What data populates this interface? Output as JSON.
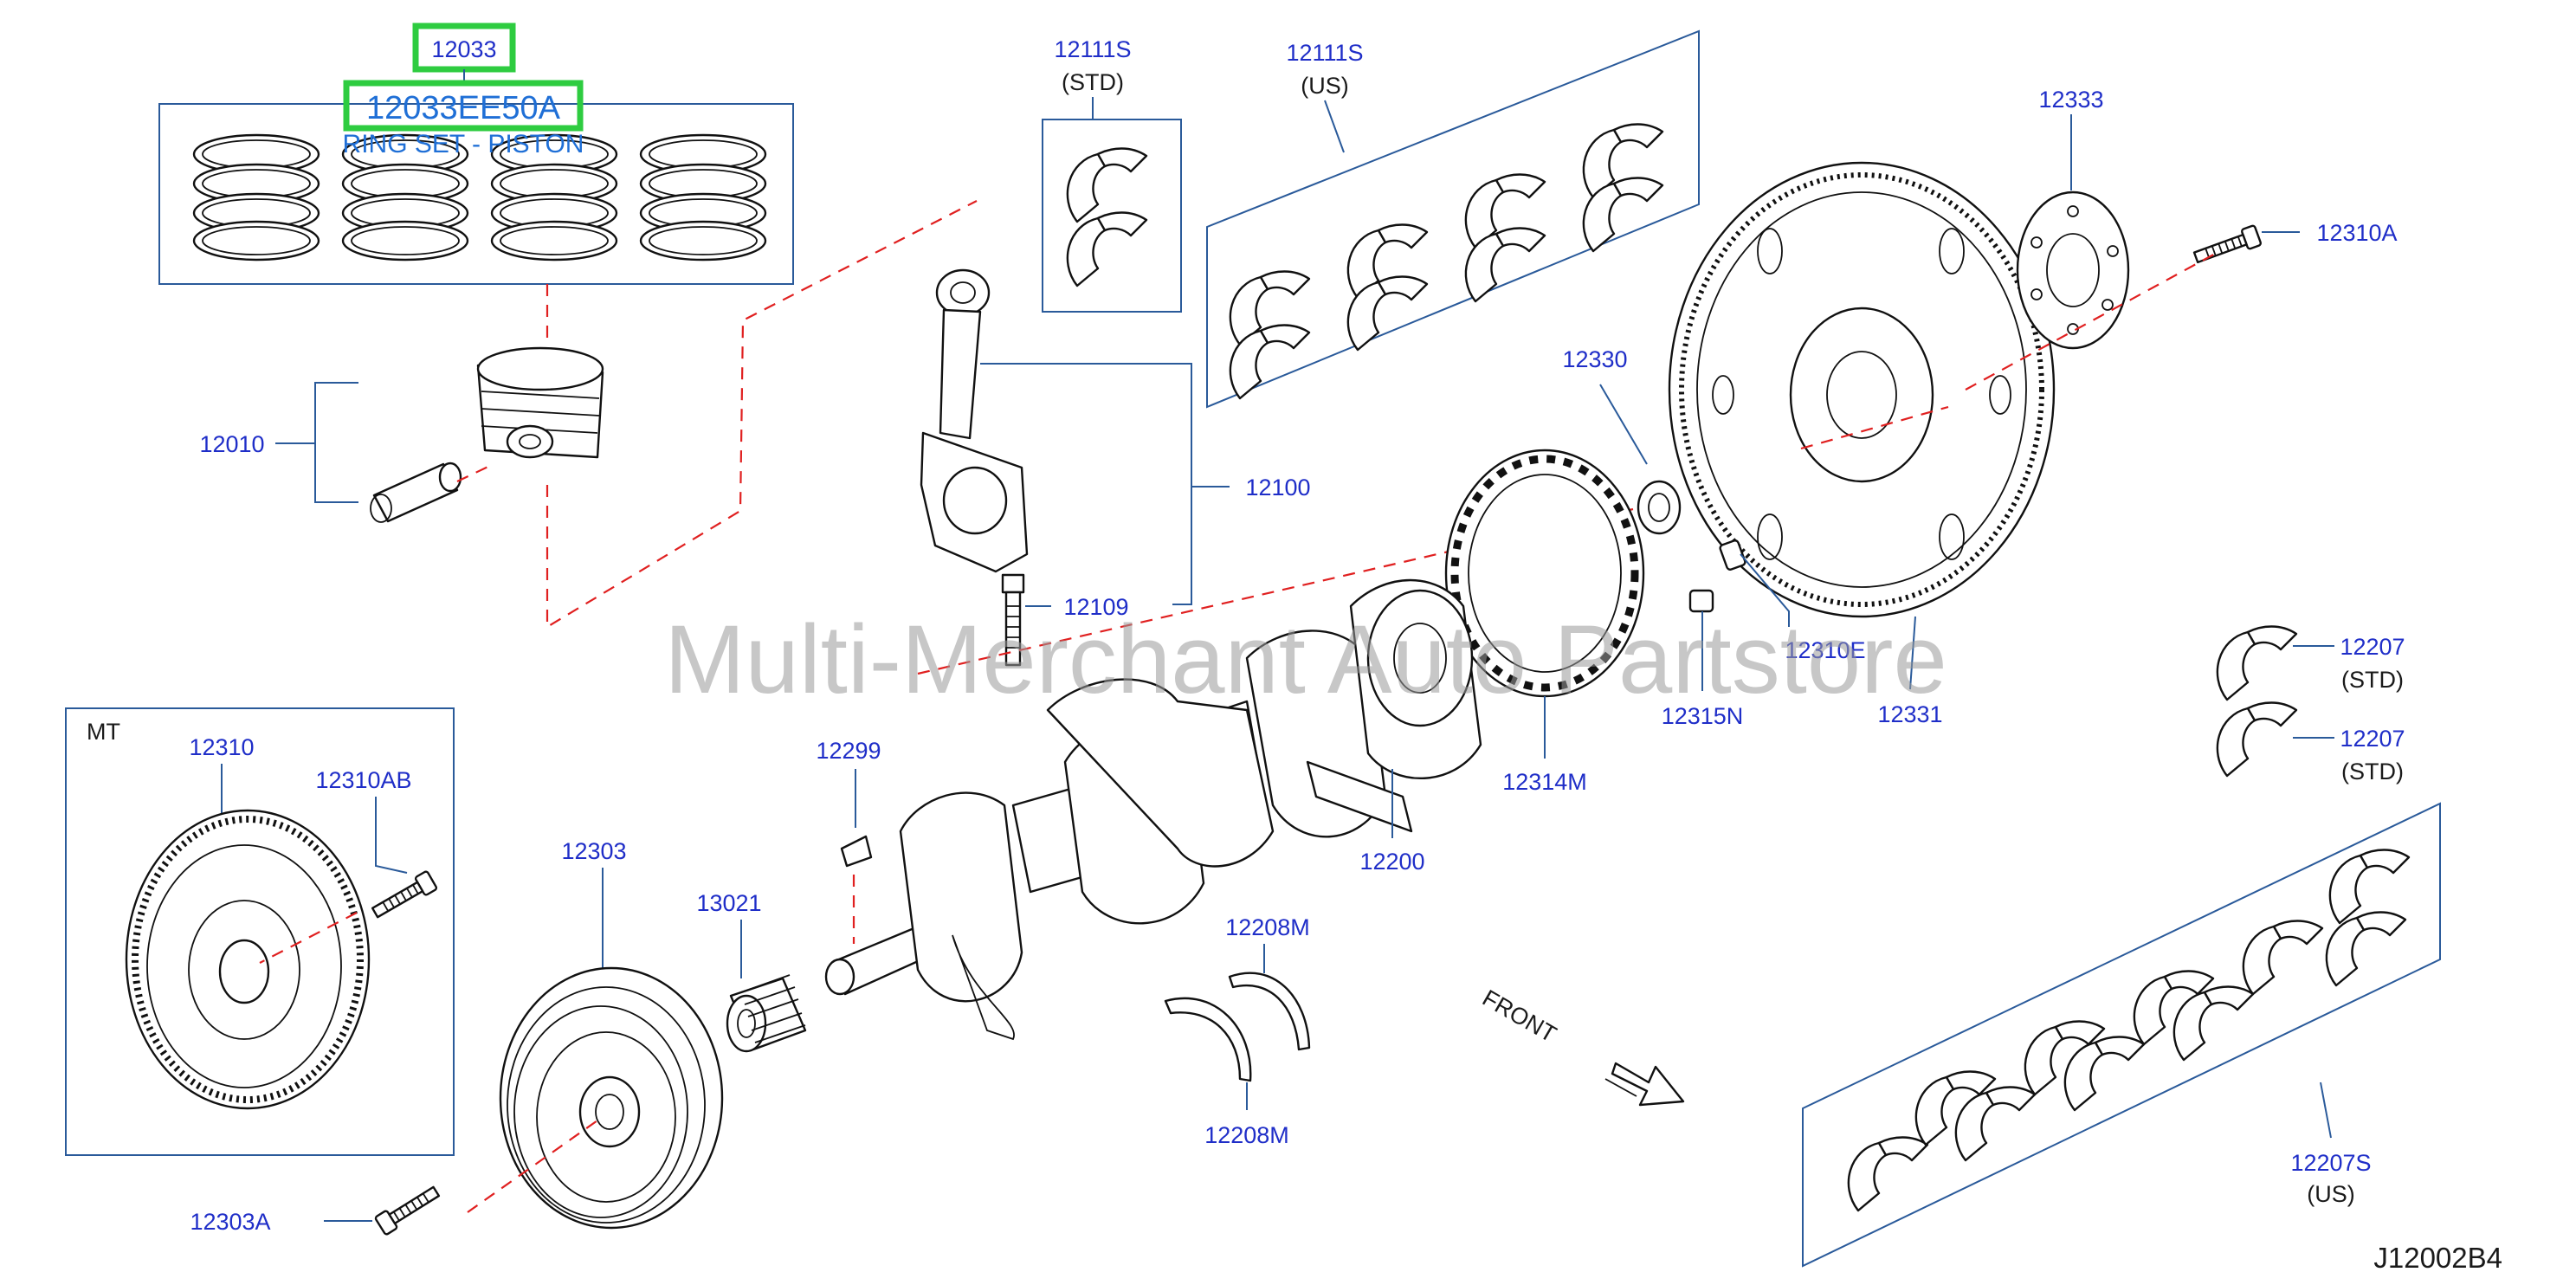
{
  "diagram_code": "J12002B4",
  "watermark": "Multi-Merchant Auto Partstore",
  "highlight": {
    "part_number": "12033",
    "full_part_number": "12033EE50A",
    "description": "RING SET - PISTON",
    "color": "#2ecc40"
  },
  "labels": {
    "l12010": "12010",
    "l12100": "12100",
    "l12109": "12109",
    "l12111s_std": "12111S",
    "std_a": "(STD)",
    "l12111s_us": "12111S",
    "us_a": "(US)",
    "l12333": "12333",
    "l12310a": "12310A",
    "l12330": "12330",
    "l12310e": "12310E",
    "l12315n": "12315N",
    "l12331": "12331",
    "l12314m": "12314M",
    "l12200": "12200",
    "l12299": "12299",
    "l12303": "12303",
    "l13021": "13021",
    "l12208m_top": "12208M",
    "l12208m_bot": "12208M",
    "l12303a": "12303A",
    "mt": "MT",
    "l12310": "12310",
    "l12310ab": "12310AB",
    "l12207_1": "12207",
    "std_b": "(STD)",
    "l12207_2": "12207",
    "std_c": "(STD)",
    "l12207s": "12207S",
    "us_b": "(US)",
    "front": "FRONT"
  },
  "icons": [
    "piston-ring-icon",
    "piston-icon",
    "bearing-shell-icon",
    "connecting-rod-icon",
    "flywheel-icon",
    "flexplate-icon",
    "crankshaft-icon",
    "pulley-icon",
    "sprocket-icon",
    "bolt-icon",
    "thrust-washer-icon",
    "front-arrow-icon"
  ]
}
